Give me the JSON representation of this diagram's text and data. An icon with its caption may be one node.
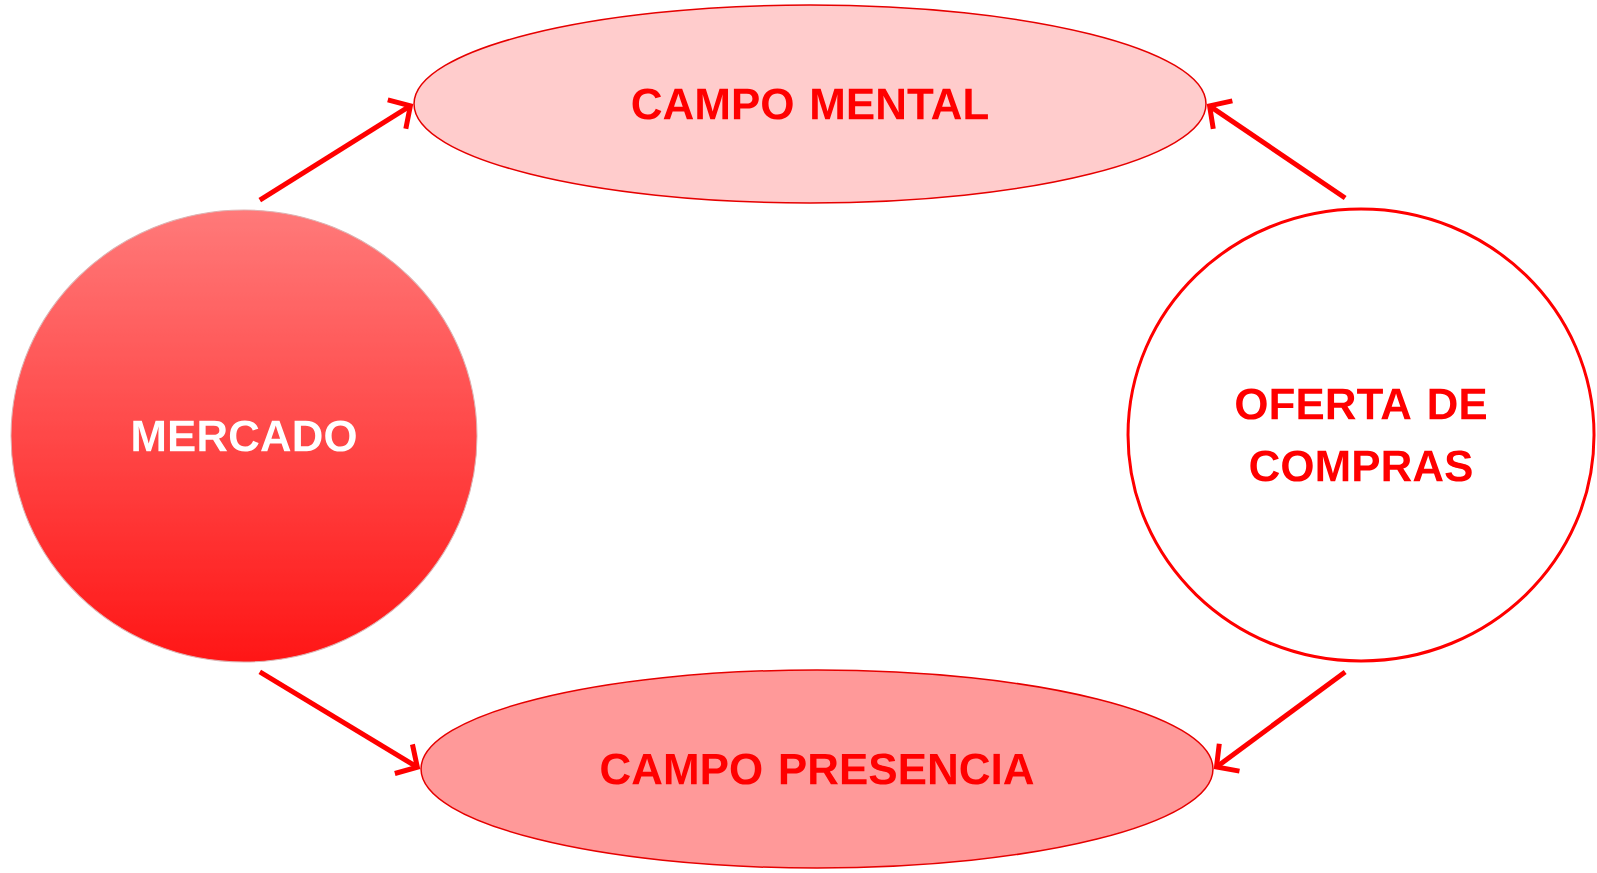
{
  "diagram": {
    "nodes": [
      {
        "text": [
          "MERCADO"
        ]
      },
      {
        "text": [
          "CAMPO MENTAL"
        ]
      },
      {
        "text": [
          "OFERTA DE COMPRAS"
        ]
      },
      {
        "text": [
          "CAMPO PRESENCIA"
        ]
      }
    ],
    "edges": [
      {
        "from": 0,
        "to": 1,
        "arrow": "to"
      },
      {
        "from": 2,
        "to": 1,
        "arrow": "to"
      },
      {
        "from": 0,
        "to": 3,
        "arrow": "to"
      },
      {
        "from": 2,
        "to": 3,
        "arrow": "to"
      }
    ]
  }
}
